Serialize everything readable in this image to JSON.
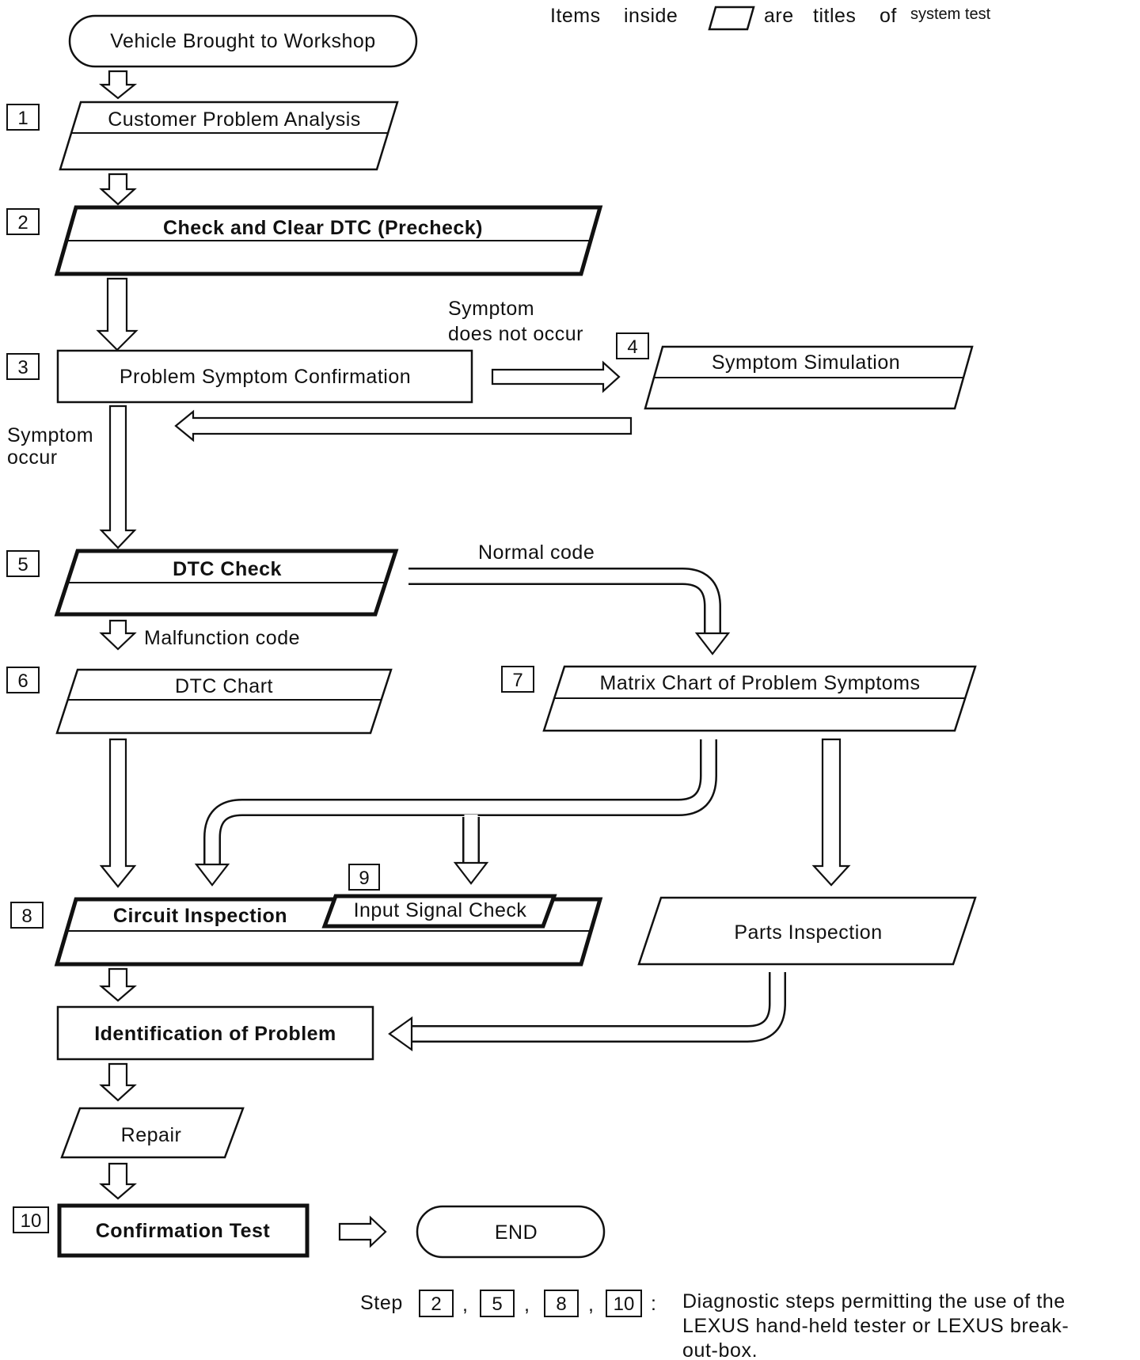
{
  "legend": {
    "prefix_items": "Items",
    "prefix_inside": "inside",
    "middle_are": "are",
    "middle_titles": "titles",
    "middle_of": "of",
    "suffix": "system test"
  },
  "start": "Vehicle Brought to Workshop",
  "end": "END",
  "steps": {
    "s1": {
      "num": "1",
      "label": "Customer Problem Analysis"
    },
    "s2": {
      "num": "2",
      "label": "Check and Clear DTC (Precheck)"
    },
    "s3": {
      "num": "3",
      "label": "Problem Symptom Confirmation"
    },
    "s4": {
      "num": "4",
      "label": "Symptom Simulation"
    },
    "s5": {
      "num": "5",
      "label": "DTC Check"
    },
    "s6": {
      "num": "6",
      "label": "DTC Chart"
    },
    "s7": {
      "num": "7",
      "label": "Matrix Chart of Problem Symptoms"
    },
    "s8": {
      "num": "8",
      "label": "Circuit Inspection"
    },
    "s9": {
      "num": "9",
      "label": "Input Signal Check"
    },
    "parts": {
      "label": "Parts Inspection"
    },
    "ident": {
      "label": "Identification of Problem"
    },
    "repair": {
      "label": "Repair"
    },
    "s10": {
      "num": "10",
      "label": "Confirmation Test"
    }
  },
  "edge_labels": {
    "symptom_not_line1": "Symptom",
    "symptom_not_line2": "does not occur",
    "symptom_occur_line1": "Symptom",
    "symptom_occur_line2": "occur",
    "normal_code": "Normal code",
    "malfunction_code": "Malfunction code"
  },
  "footnote": {
    "step_word": "Step",
    "nums": [
      "2",
      "5",
      "8",
      "10"
    ],
    "separator": ",",
    "colon": ":",
    "line1": "Diagnostic steps permitting the use of the",
    "line2": "LEXUS hand-held tester or LEXUS break-",
    "line3": "out-box."
  }
}
